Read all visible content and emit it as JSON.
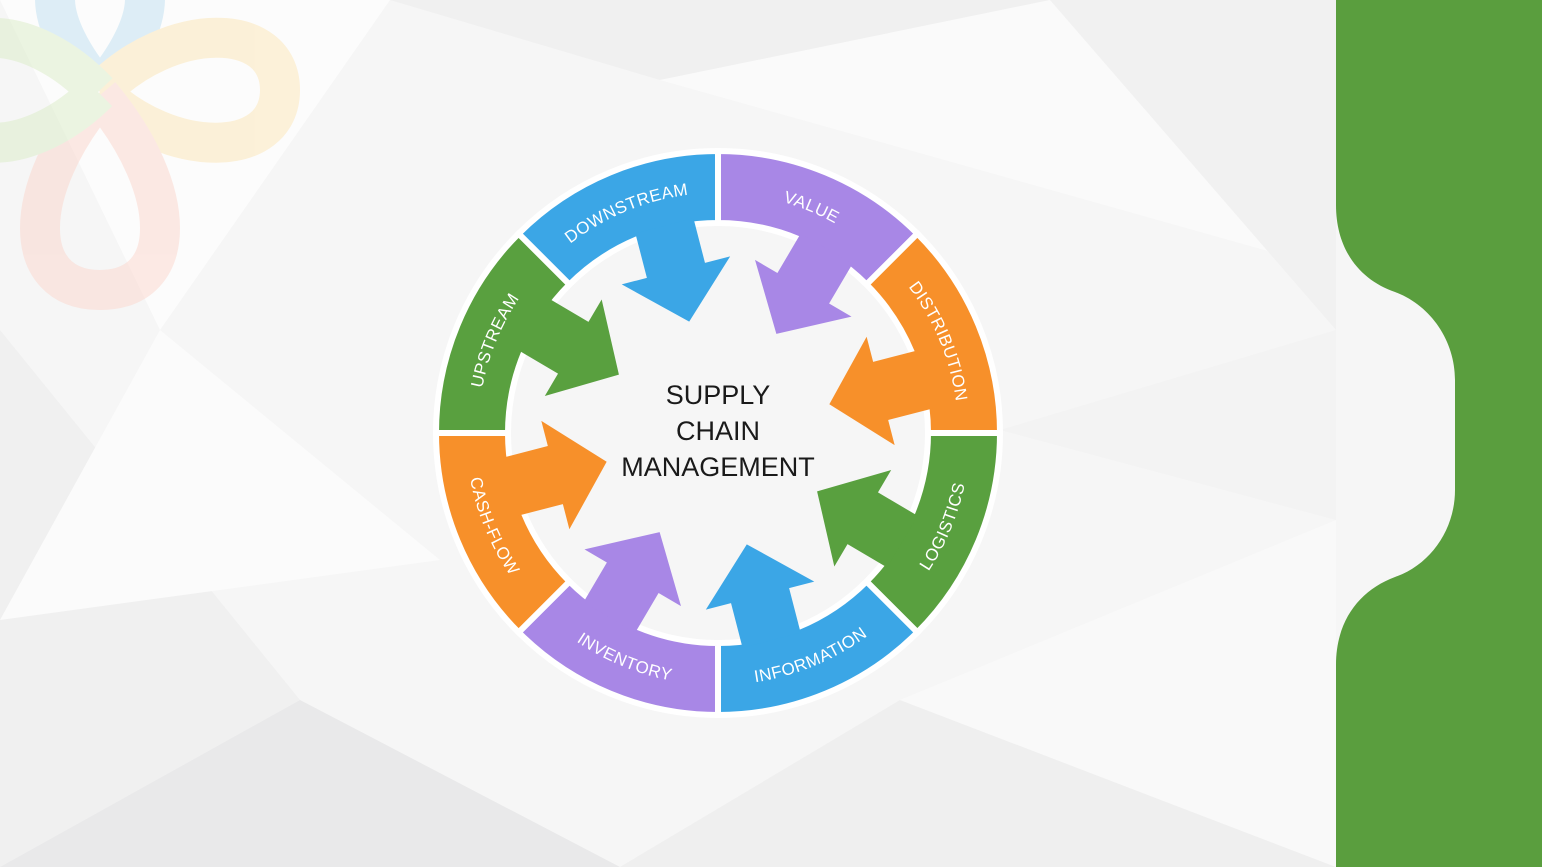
{
  "diagram": {
    "center_lines": [
      "SUPPLY",
      "CHAIN",
      "MANAGEMENT"
    ],
    "segments": [
      {
        "label": "VALUE",
        "color": "#a887e6"
      },
      {
        "label": "DISTRIBUTION",
        "color": "#f7902a"
      },
      {
        "label": "LOGISTICS",
        "color": "#59a03f"
      },
      {
        "label": "INFORMATION",
        "color": "#3ba6e6"
      },
      {
        "label": "INVENTORY",
        "color": "#a887e6"
      },
      {
        "label": "CASH-FLOW",
        "color": "#f7902a"
      },
      {
        "label": "UPSTREAM",
        "color": "#59a03f"
      },
      {
        "label": "DOWNSTREAM",
        "color": "#3ba6e6"
      }
    ]
  },
  "colors": {
    "side_panel": "#5a9e3e",
    "background": "#f6f6f6"
  }
}
